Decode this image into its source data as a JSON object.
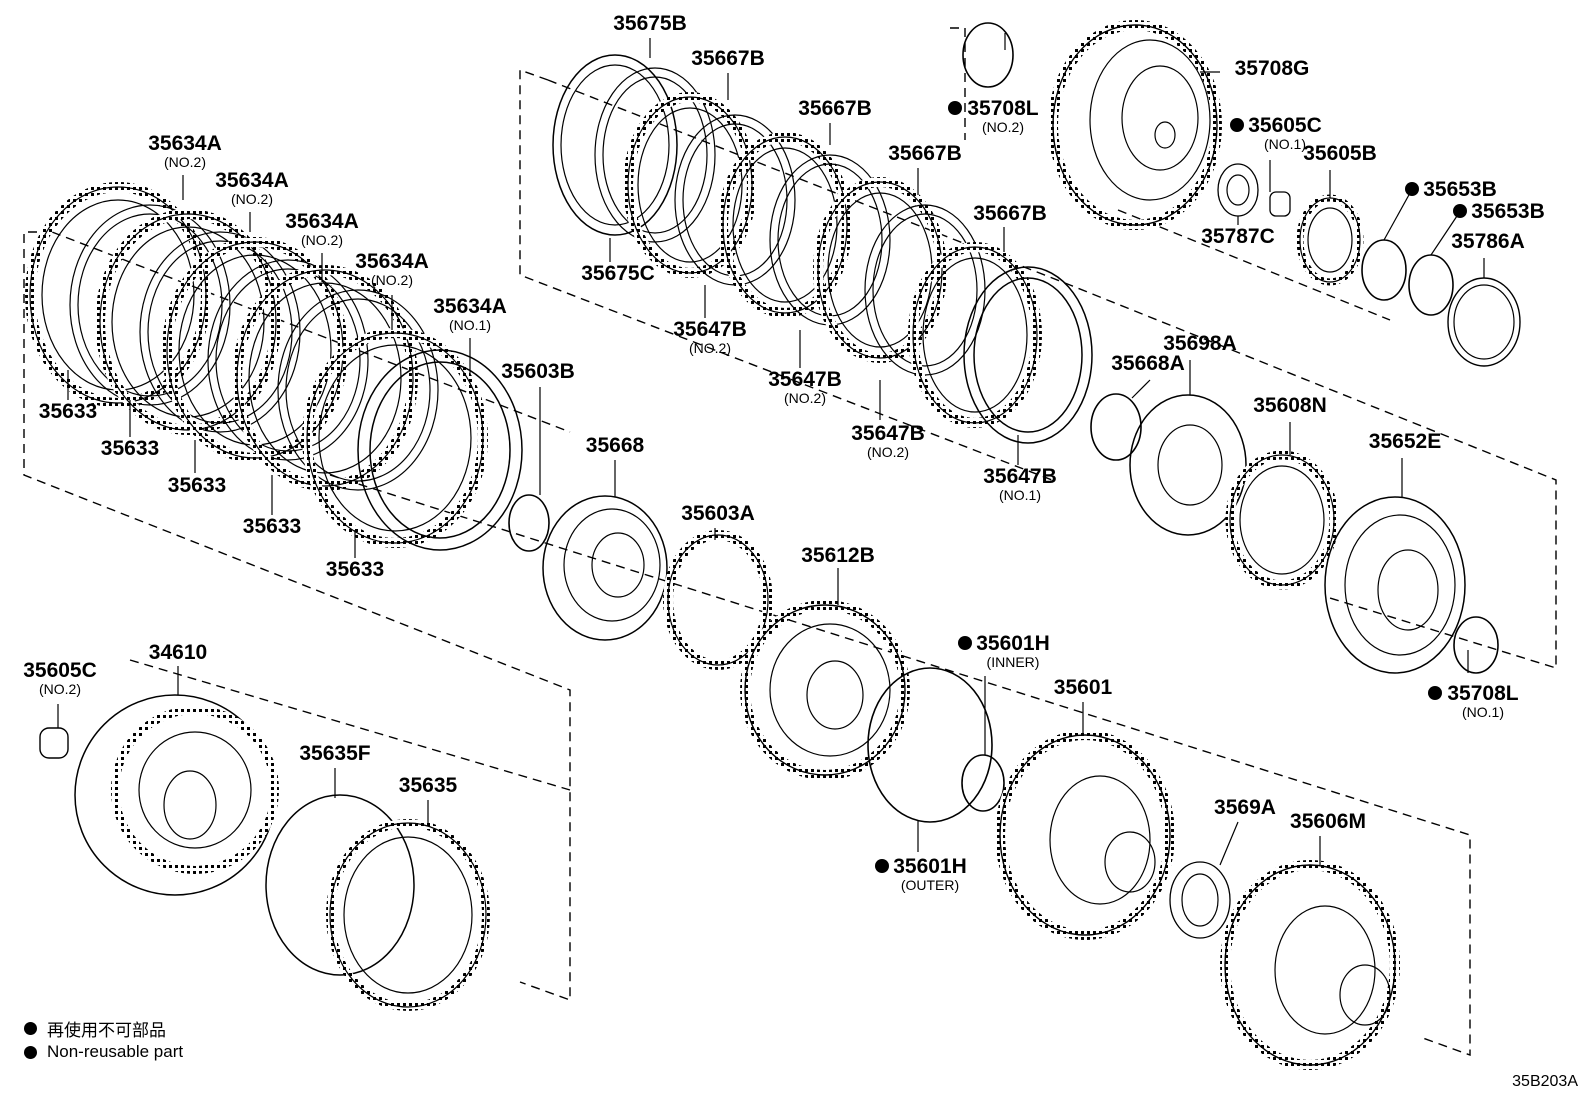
{
  "diagram_id": "35B203A",
  "legend": {
    "jp": "再使用不可部品",
    "en": "Non-reusable part"
  },
  "parts": [
    {
      "id": "p35675B",
      "num": "35675B",
      "sub": "",
      "nr": false
    },
    {
      "id": "p35675C",
      "num": "35675C",
      "sub": "",
      "nr": false
    },
    {
      "id": "p35667B_1",
      "num": "35667B",
      "sub": "",
      "nr": false
    },
    {
      "id": "p35667B_2",
      "num": "35667B",
      "sub": "",
      "nr": false
    },
    {
      "id": "p35667B_3",
      "num": "35667B",
      "sub": "",
      "nr": false
    },
    {
      "id": "p35667B_4",
      "num": "35667B",
      "sub": "",
      "nr": false
    },
    {
      "id": "p35647B_1",
      "num": "35647B",
      "sub": "(NO.2)",
      "nr": false
    },
    {
      "id": "p35647B_2",
      "num": "35647B",
      "sub": "(NO.2)",
      "nr": false
    },
    {
      "id": "p35647B_3",
      "num": "35647B",
      "sub": "(NO.2)",
      "nr": false
    },
    {
      "id": "p35647B_4",
      "num": "35647B",
      "sub": "(NO.1)",
      "nr": false
    },
    {
      "id": "p35708L_2",
      "num": "35708L",
      "sub": "(NO.2)",
      "nr": true
    },
    {
      "id": "p35708G",
      "num": "35708G",
      "sub": "",
      "nr": false
    },
    {
      "id": "p35605C_1",
      "num": "35605C",
      "sub": "(NO.1)",
      "nr": true
    },
    {
      "id": "p35605B",
      "num": "35605B",
      "sub": "",
      "nr": false
    },
    {
      "id": "p35787C",
      "num": "35787C",
      "sub": "",
      "nr": false
    },
    {
      "id": "p35653B_1",
      "num": "35653B",
      "sub": "",
      "nr": true
    },
    {
      "id": "p35653B_2",
      "num": "35653B",
      "sub": "",
      "nr": true
    },
    {
      "id": "p35786A",
      "num": "35786A",
      "sub": "",
      "nr": false
    },
    {
      "id": "p35634A_1",
      "num": "35634A",
      "sub": "(NO.2)",
      "nr": false
    },
    {
      "id": "p35634A_2",
      "num": "35634A",
      "sub": "(NO.2)",
      "nr": false
    },
    {
      "id": "p35634A_3",
      "num": "35634A",
      "sub": "(NO.2)",
      "nr": false
    },
    {
      "id": "p35634A_4",
      "num": "35634A",
      "sub": "(NO.2)",
      "nr": false
    },
    {
      "id": "p35634A_5",
      "num": "35634A",
      "sub": "(NO.1)",
      "nr": false
    },
    {
      "id": "p35633_1",
      "num": "35633",
      "sub": "",
      "nr": false
    },
    {
      "id": "p35633_2",
      "num": "35633",
      "sub": "",
      "nr": false
    },
    {
      "id": "p35633_3",
      "num": "35633",
      "sub": "",
      "nr": false
    },
    {
      "id": "p35633_4",
      "num": "35633",
      "sub": "",
      "nr": false
    },
    {
      "id": "p35633_5",
      "num": "35633",
      "sub": "",
      "nr": false
    },
    {
      "id": "p35603B",
      "num": "35603B",
      "sub": "",
      "nr": false
    },
    {
      "id": "p35668",
      "num": "35668",
      "sub": "",
      "nr": false
    },
    {
      "id": "p35603A",
      "num": "35603A",
      "sub": "",
      "nr": false
    },
    {
      "id": "p35668A",
      "num": "35668A",
      "sub": "",
      "nr": false
    },
    {
      "id": "p35698A",
      "num": "35698A",
      "sub": "",
      "nr": false
    },
    {
      "id": "p35608N",
      "num": "35608N",
      "sub": "",
      "nr": false
    },
    {
      "id": "p35652E",
      "num": "35652E",
      "sub": "",
      "nr": false
    },
    {
      "id": "p35708L_1",
      "num": "35708L",
      "sub": "(NO.1)",
      "nr": true
    },
    {
      "id": "p35612B",
      "num": "35612B",
      "sub": "",
      "nr": false
    },
    {
      "id": "p35601H_in",
      "num": "35601H",
      "sub": "(INNER)",
      "nr": true
    },
    {
      "id": "p35601H_out",
      "num": "35601H",
      "sub": "(OUTER)",
      "nr": true
    },
    {
      "id": "p35601",
      "num": "35601",
      "sub": "",
      "nr": false
    },
    {
      "id": "p3569A",
      "num": "3569A",
      "sub": "",
      "nr": false
    },
    {
      "id": "p35606M",
      "num": "35606M",
      "sub": "",
      "nr": false
    },
    {
      "id": "p35605C_2",
      "num": "35605C",
      "sub": "(NO.2)",
      "nr": false
    },
    {
      "id": "p34610",
      "num": "34610",
      "sub": "",
      "nr": false
    },
    {
      "id": "p35635F",
      "num": "35635F",
      "sub": "",
      "nr": false
    },
    {
      "id": "p35635",
      "num": "35635",
      "sub": "",
      "nr": false
    }
  ]
}
